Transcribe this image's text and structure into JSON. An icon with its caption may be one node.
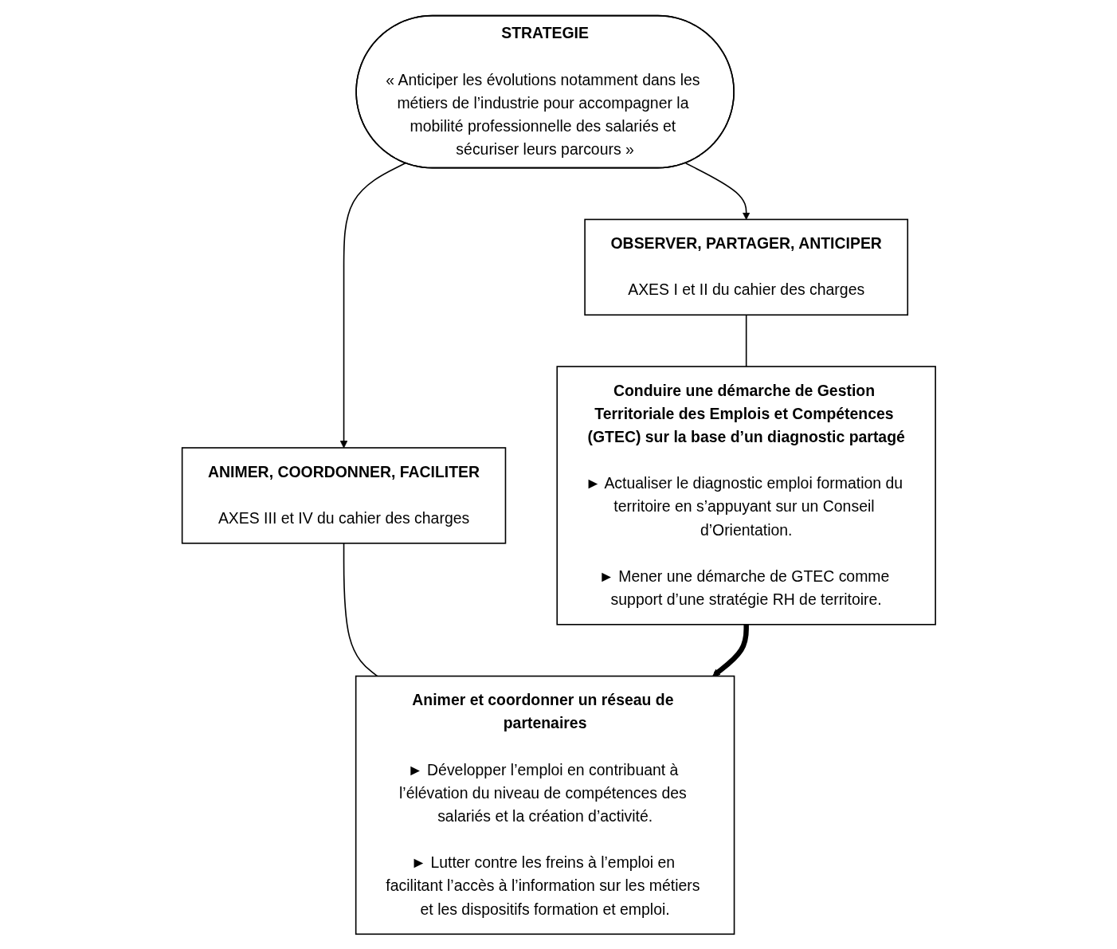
{
  "diagram": {
    "nodes": [
      {
        "text": [
          "STRATEGIE",
          "« Anticiper les évolutions notamment dans les métiers de l’industrie pour accompagner la mobilité professionnelle des salariés et sécuriser leurs parcours »"
        ]
      },
      {
        "text": [
          "OBSERVER, PARTAGER, ANTICIPER",
          "AXES I et II du cahier des charges"
        ]
      },
      {
        "text": [
          "ANIMER, COORDONNER, FACILITER",
          "AXES III et IV du cahier des charges"
        ]
      },
      {
        "text": [
          "Conduire une démarche de Gestion Territoriale des Emplois et Compétences (GTEC) sur la base d’un diagnostic partagé",
          "► Actualiser le diagnostic emploi formation du territoire en s’appuyant sur un Conseil d’Orientation.",
          "► Mener une démarche de GTEC comme support d’une stratégie RH de territoire."
        ]
      },
      {
        "text": [
          "Animer et coordonner un réseau de partenaires",
          "► Développer l’emploi en contribuant à l’élévation du niveau de compétences des salariés et la création d’activité.",
          "► Lutter contre les freins à l’emploi en facilitant l’accès à l’information sur les métiers et les dispositifs formation et emploi."
        ]
      }
    ],
    "edges": [
      {
        "from": 0,
        "to": 1,
        "arrow": "to"
      },
      {
        "from": 0,
        "to": 2,
        "arrow": "to"
      },
      {
        "from": 1,
        "to": 3,
        "arrow": "none"
      },
      {
        "from": 2,
        "to": 4,
        "arrow": "none"
      },
      {
        "from": 3,
        "to": 4,
        "arrow": "to",
        "style": "thick"
      }
    ]
  }
}
